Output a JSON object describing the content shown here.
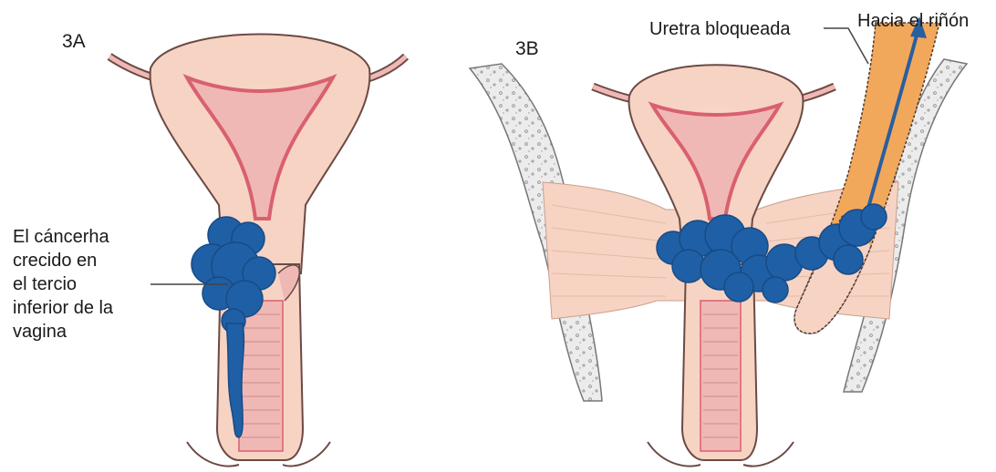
{
  "panel_a": {
    "label": "3A",
    "annotation_lines": [
      "El cáncerha",
      "crecido en",
      "el tercio",
      "inferior de la",
      "vagina"
    ]
  },
  "panel_b": {
    "label": "3B",
    "ureter_label": "Uretra bloqueada",
    "arrow_label": "Hacia el riñón"
  },
  "colors": {
    "tissue": "#f7d3c3",
    "inner_pink": "#f0b8b5",
    "lining_red": "#d9606f",
    "outline": "#6b4a44",
    "tumor": "#1f5fa5",
    "ureter": "#f2a85b",
    "bone_fill": "#ececec",
    "arrow": "#2a5f9e"
  }
}
